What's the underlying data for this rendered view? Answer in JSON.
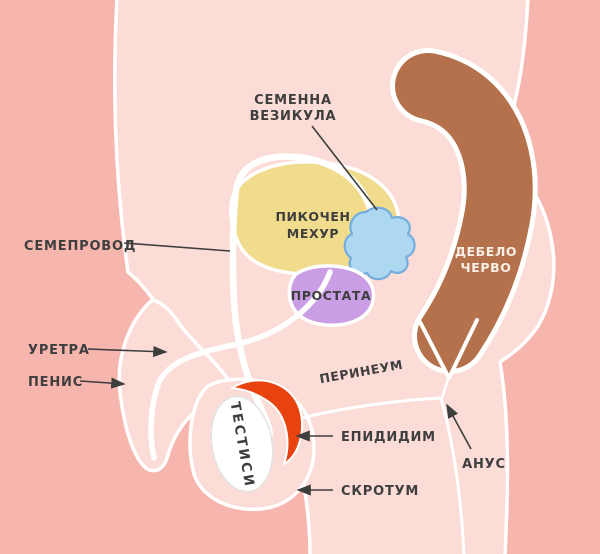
{
  "labels": {
    "seminal_vesicle": [
      "СЕМЕННА",
      "ВЕЗИКУЛА"
    ],
    "bladder": [
      "ПИКОЧЕН",
      "МЕХУР"
    ],
    "colon": [
      "ДЕБЕЛО",
      "ЧЕРВО"
    ],
    "prostate": "ПРОСТАТА",
    "vas_deferens": "СЕМЕПРОВОД",
    "urethra": "УРЕТРА",
    "penis": "ПЕНИС",
    "perineum": "ПЕРИНЕУМ",
    "testes": "ТЕСТИСИ",
    "epididymis": "ЕПИДИДИМ",
    "scrotum": "СКРОТУМ",
    "anus": "АНУС"
  },
  "colors": {
    "background": "#f6b5ad",
    "body": "#fcdcd6",
    "outline": "#ffffff",
    "bladder": "#f1dc8d",
    "seminal_vesicle": "#aed7f2",
    "seminal_vesicle_outline": "#74aede",
    "prostate": "#c99ee5",
    "colon": "#b4714b",
    "epididymis": "#e8430e",
    "testis": "#ffffff",
    "label_text": "#3e3e3e",
    "colon_label_text": "#f9efe7",
    "pointer_line": "#3e3e3e"
  }
}
